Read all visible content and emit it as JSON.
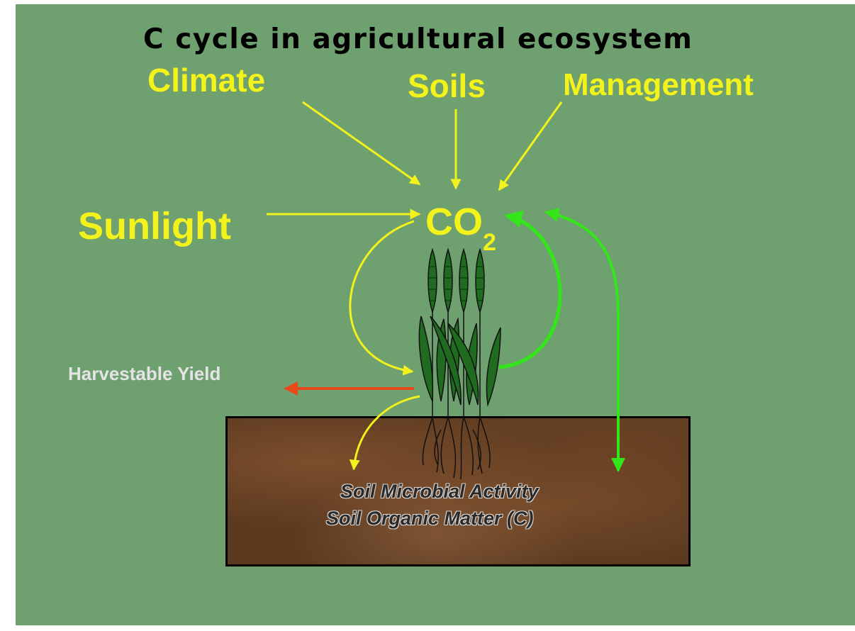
{
  "title": "C cycle in agricultural ecosystem",
  "factors": {
    "climate": "Climate",
    "soils": "Soils",
    "management": "Management",
    "sunlight": "Sunlight"
  },
  "co2": {
    "base": "CO",
    "subscript": "2"
  },
  "harvest_label": "Harvestable Yield",
  "soil": {
    "line1": "Soil Microbial Activity",
    "line2": "Soil Organic Matter  (C)"
  },
  "colors": {
    "background": "#6fa070",
    "yellow": "#f2f21c",
    "green_arrow": "#33e61a",
    "red_arrow": "#e84a1a",
    "soil": "#5c3a20",
    "plant": "#1f6b1f"
  }
}
